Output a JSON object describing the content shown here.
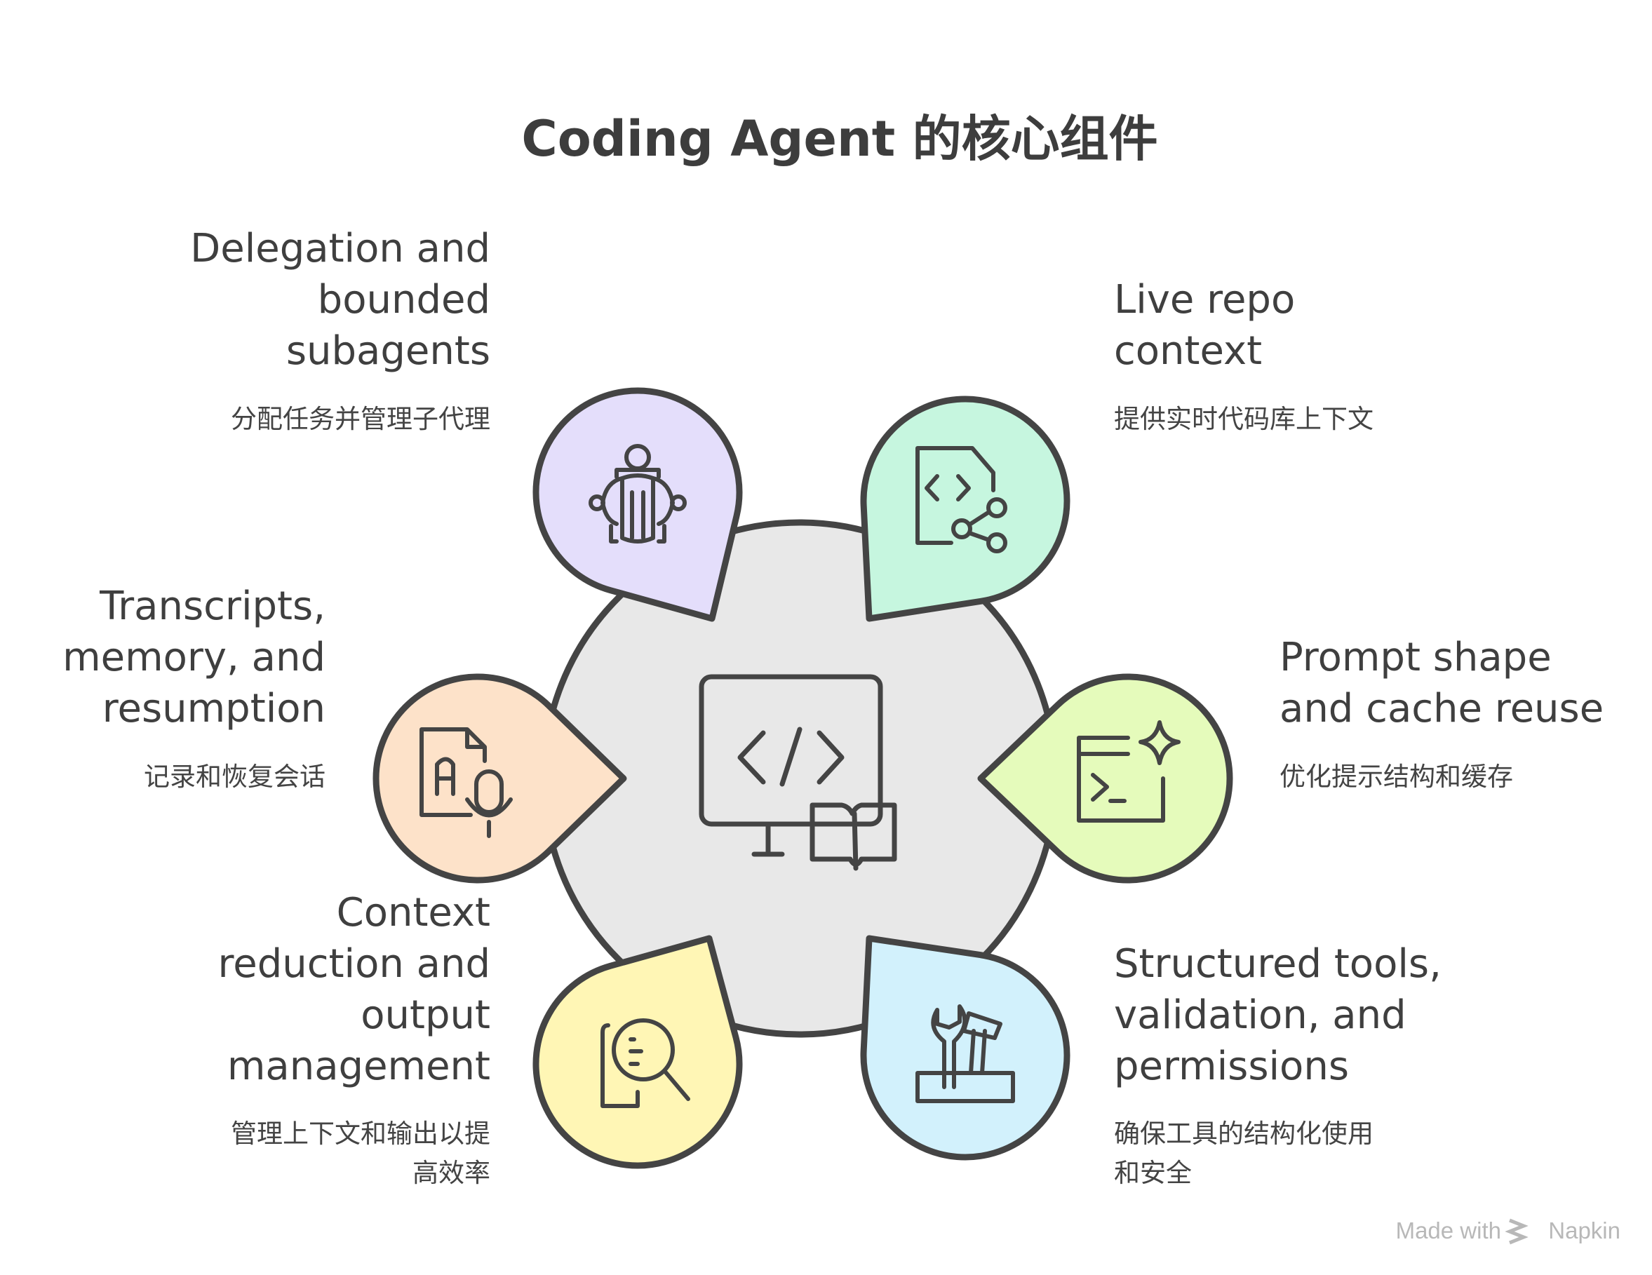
{
  "title": "Coding Agent 的核心组件",
  "colors": {
    "stroke": "#444444",
    "center": "#e8e8e8",
    "delegation": "#e4defb",
    "repo": "#c6f6df",
    "transcripts": "#fde2c9",
    "prompt": "#e5fbbb",
    "context": "#fff6b5",
    "tools": "#d2f1fc"
  },
  "center_icon": "code-monitor-book-icon",
  "components": [
    {
      "key": "delegation",
      "icon": "subagent-person-icon",
      "heading": [
        "Delegation and",
        "bounded",
        "subagents"
      ],
      "subtitle": [
        "分配任务并管理子代理"
      ]
    },
    {
      "key": "repo",
      "icon": "code-file-share-icon",
      "heading": [
        "Live repo",
        "context"
      ],
      "subtitle": [
        "提供实时代码库上下文"
      ]
    },
    {
      "key": "transcripts",
      "icon": "document-microphone-icon",
      "heading": [
        "Transcripts,",
        "memory, and",
        "resumption"
      ],
      "subtitle": [
        "记录和恢复会话"
      ]
    },
    {
      "key": "prompt",
      "icon": "terminal-sparkle-icon",
      "heading": [
        "Prompt shape",
        "and cache reuse"
      ],
      "subtitle": [
        "优化提示结构和缓存"
      ]
    },
    {
      "key": "context",
      "icon": "document-search-icon",
      "heading": [
        "Context",
        "reduction and",
        "output",
        "management"
      ],
      "subtitle": [
        "管理上下文和输出以提",
        "高效率"
      ]
    },
    {
      "key": "tools",
      "icon": "toolbox-wrench-hammer-icon",
      "heading": [
        "Structured tools,",
        "validation, and",
        "permissions"
      ],
      "subtitle": [
        "确保工具的结构化使用",
        "和安全"
      ]
    }
  ],
  "footer": {
    "made_with": "Made with",
    "brand": "Napkin"
  }
}
